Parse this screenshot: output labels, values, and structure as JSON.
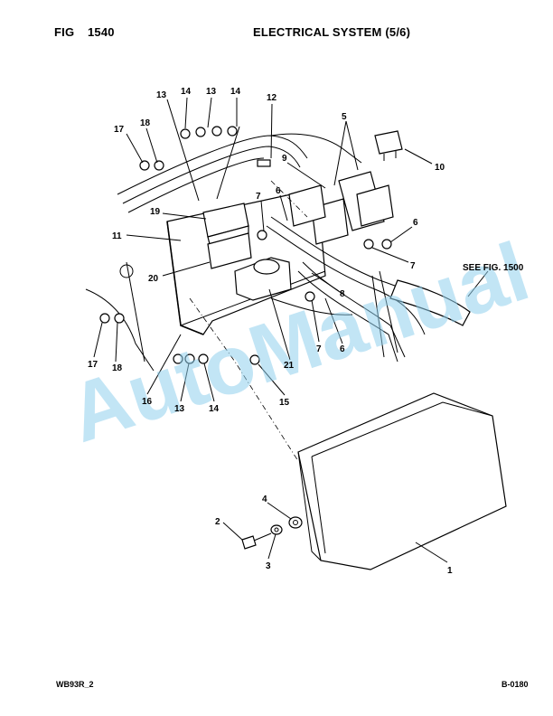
{
  "header": {
    "fig_label": "FIG",
    "fig_number": "1540",
    "title": "ELECTRICAL SYSTEM (5/6)"
  },
  "footer": {
    "left_code": "WB93R_2",
    "right_code": "B-0180"
  },
  "reference_note": "SEE FIG. 1500",
  "watermark": "AutoManual",
  "callouts": [
    "13",
    "14",
    "13",
    "14",
    "12",
    "5",
    "17",
    "18",
    "9",
    "10",
    "19",
    "7",
    "6",
    "6",
    "11",
    "7",
    "20",
    "8",
    "17",
    "18",
    "7",
    "6",
    "16",
    "21",
    "13",
    "14",
    "15",
    "4",
    "2",
    "3",
    "1"
  ],
  "colors": {
    "line": "#000000",
    "watermark": "#8fd0ec"
  }
}
